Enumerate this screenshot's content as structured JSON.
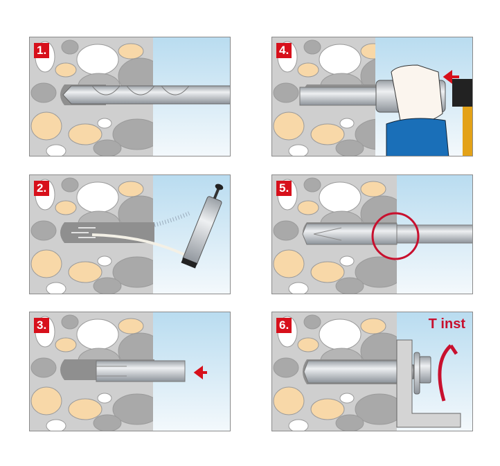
{
  "title": "Anchor installation steps",
  "steps": [
    {
      "number": "1.",
      "action": "drill"
    },
    {
      "number": "2.",
      "action": "clean"
    },
    {
      "number": "3.",
      "action": "insert"
    },
    {
      "number": "4.",
      "action": "hammer"
    },
    {
      "number": "5.",
      "action": "check"
    },
    {
      "number": "6.",
      "action": "tighten"
    }
  ],
  "torque_label": "T inst",
  "colors": {
    "accent": "#d7101b",
    "wall": "#cfcfcf",
    "air_top": "#b9dcf0",
    "air_bottom": "#f2f8fc"
  }
}
